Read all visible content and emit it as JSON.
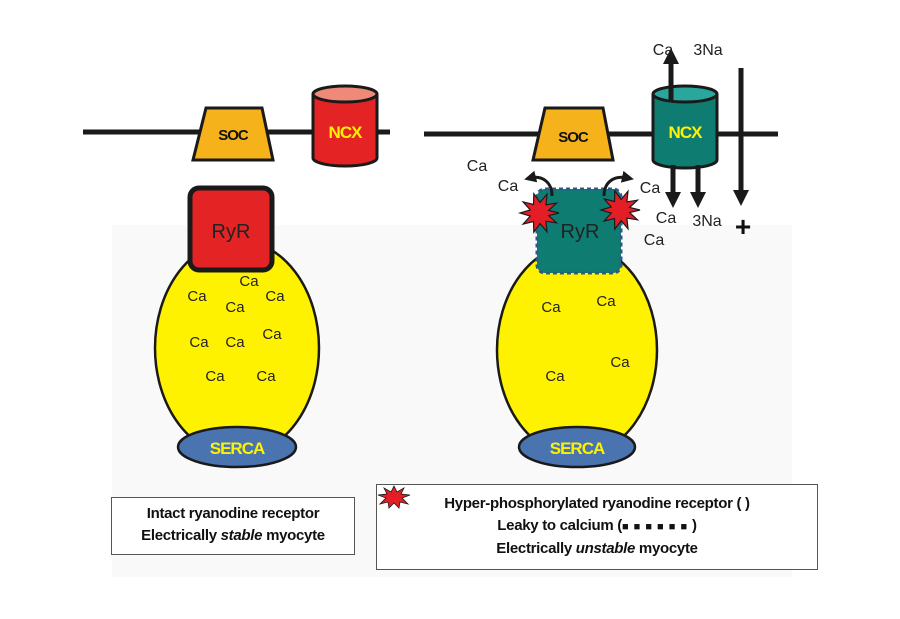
{
  "left_panel": {
    "channel_labels": {
      "soc": "SOC",
      "ncx": "NCX"
    },
    "ryr_label": "RyR",
    "serca_label": "SERCA",
    "sr_ions": [
      "Ca",
      "Ca",
      "Ca",
      "Ca",
      "Ca",
      "Ca",
      "Ca",
      "Ca",
      "Ca"
    ]
  },
  "right_panel": {
    "channel_labels": {
      "soc": "SOC",
      "ncx": "NCX"
    },
    "ryr_label": "RyR",
    "serca_label": "SERCA",
    "ncx_out": {
      "ca": "Ca",
      "na": "3Na"
    },
    "ncx_in": {
      "ca": "Ca",
      "na": "3Na"
    },
    "charge": "+",
    "leak_ions": [
      "Ca",
      "Ca",
      "Ca",
      "Ca"
    ],
    "sr_ions": [
      "Ca",
      "Ca",
      "Ca",
      "Ca"
    ]
  },
  "captions": {
    "left": {
      "line1": "Intact ryanodine receptor",
      "line2_pre": "Electrically ",
      "line2_em": "stable",
      "line2_post": " myocyte"
    },
    "right": {
      "line1_pre": "Hyper-phosphorylated ryanodine receptor (",
      "line1_post": " )",
      "line2_pre": "Leaky to calcium (",
      "line2_glyph": "■ ■ ■ ■ ■ ■",
      "line2_post": " )",
      "line3_pre": "Electrically ",
      "line3_em": "unstable",
      "line3_post": " myocyte"
    }
  },
  "colors": {
    "membrane": "#1a1a1a",
    "soc": "#f5b21a",
    "ncx_left": "#e42424",
    "ncx_left_top": "#f08a78",
    "ncx_right": "#0f7c72",
    "ryr_intact": "#e42424",
    "ryr_leaky": "#0f7c72",
    "sr": "#fff200",
    "serca": "#4a74b0",
    "serca_text": "#fff200",
    "burst": "#e41e26"
  },
  "icons": {
    "phosphorylation": "red-burst-icon",
    "arrows": "arrow-icon"
  }
}
